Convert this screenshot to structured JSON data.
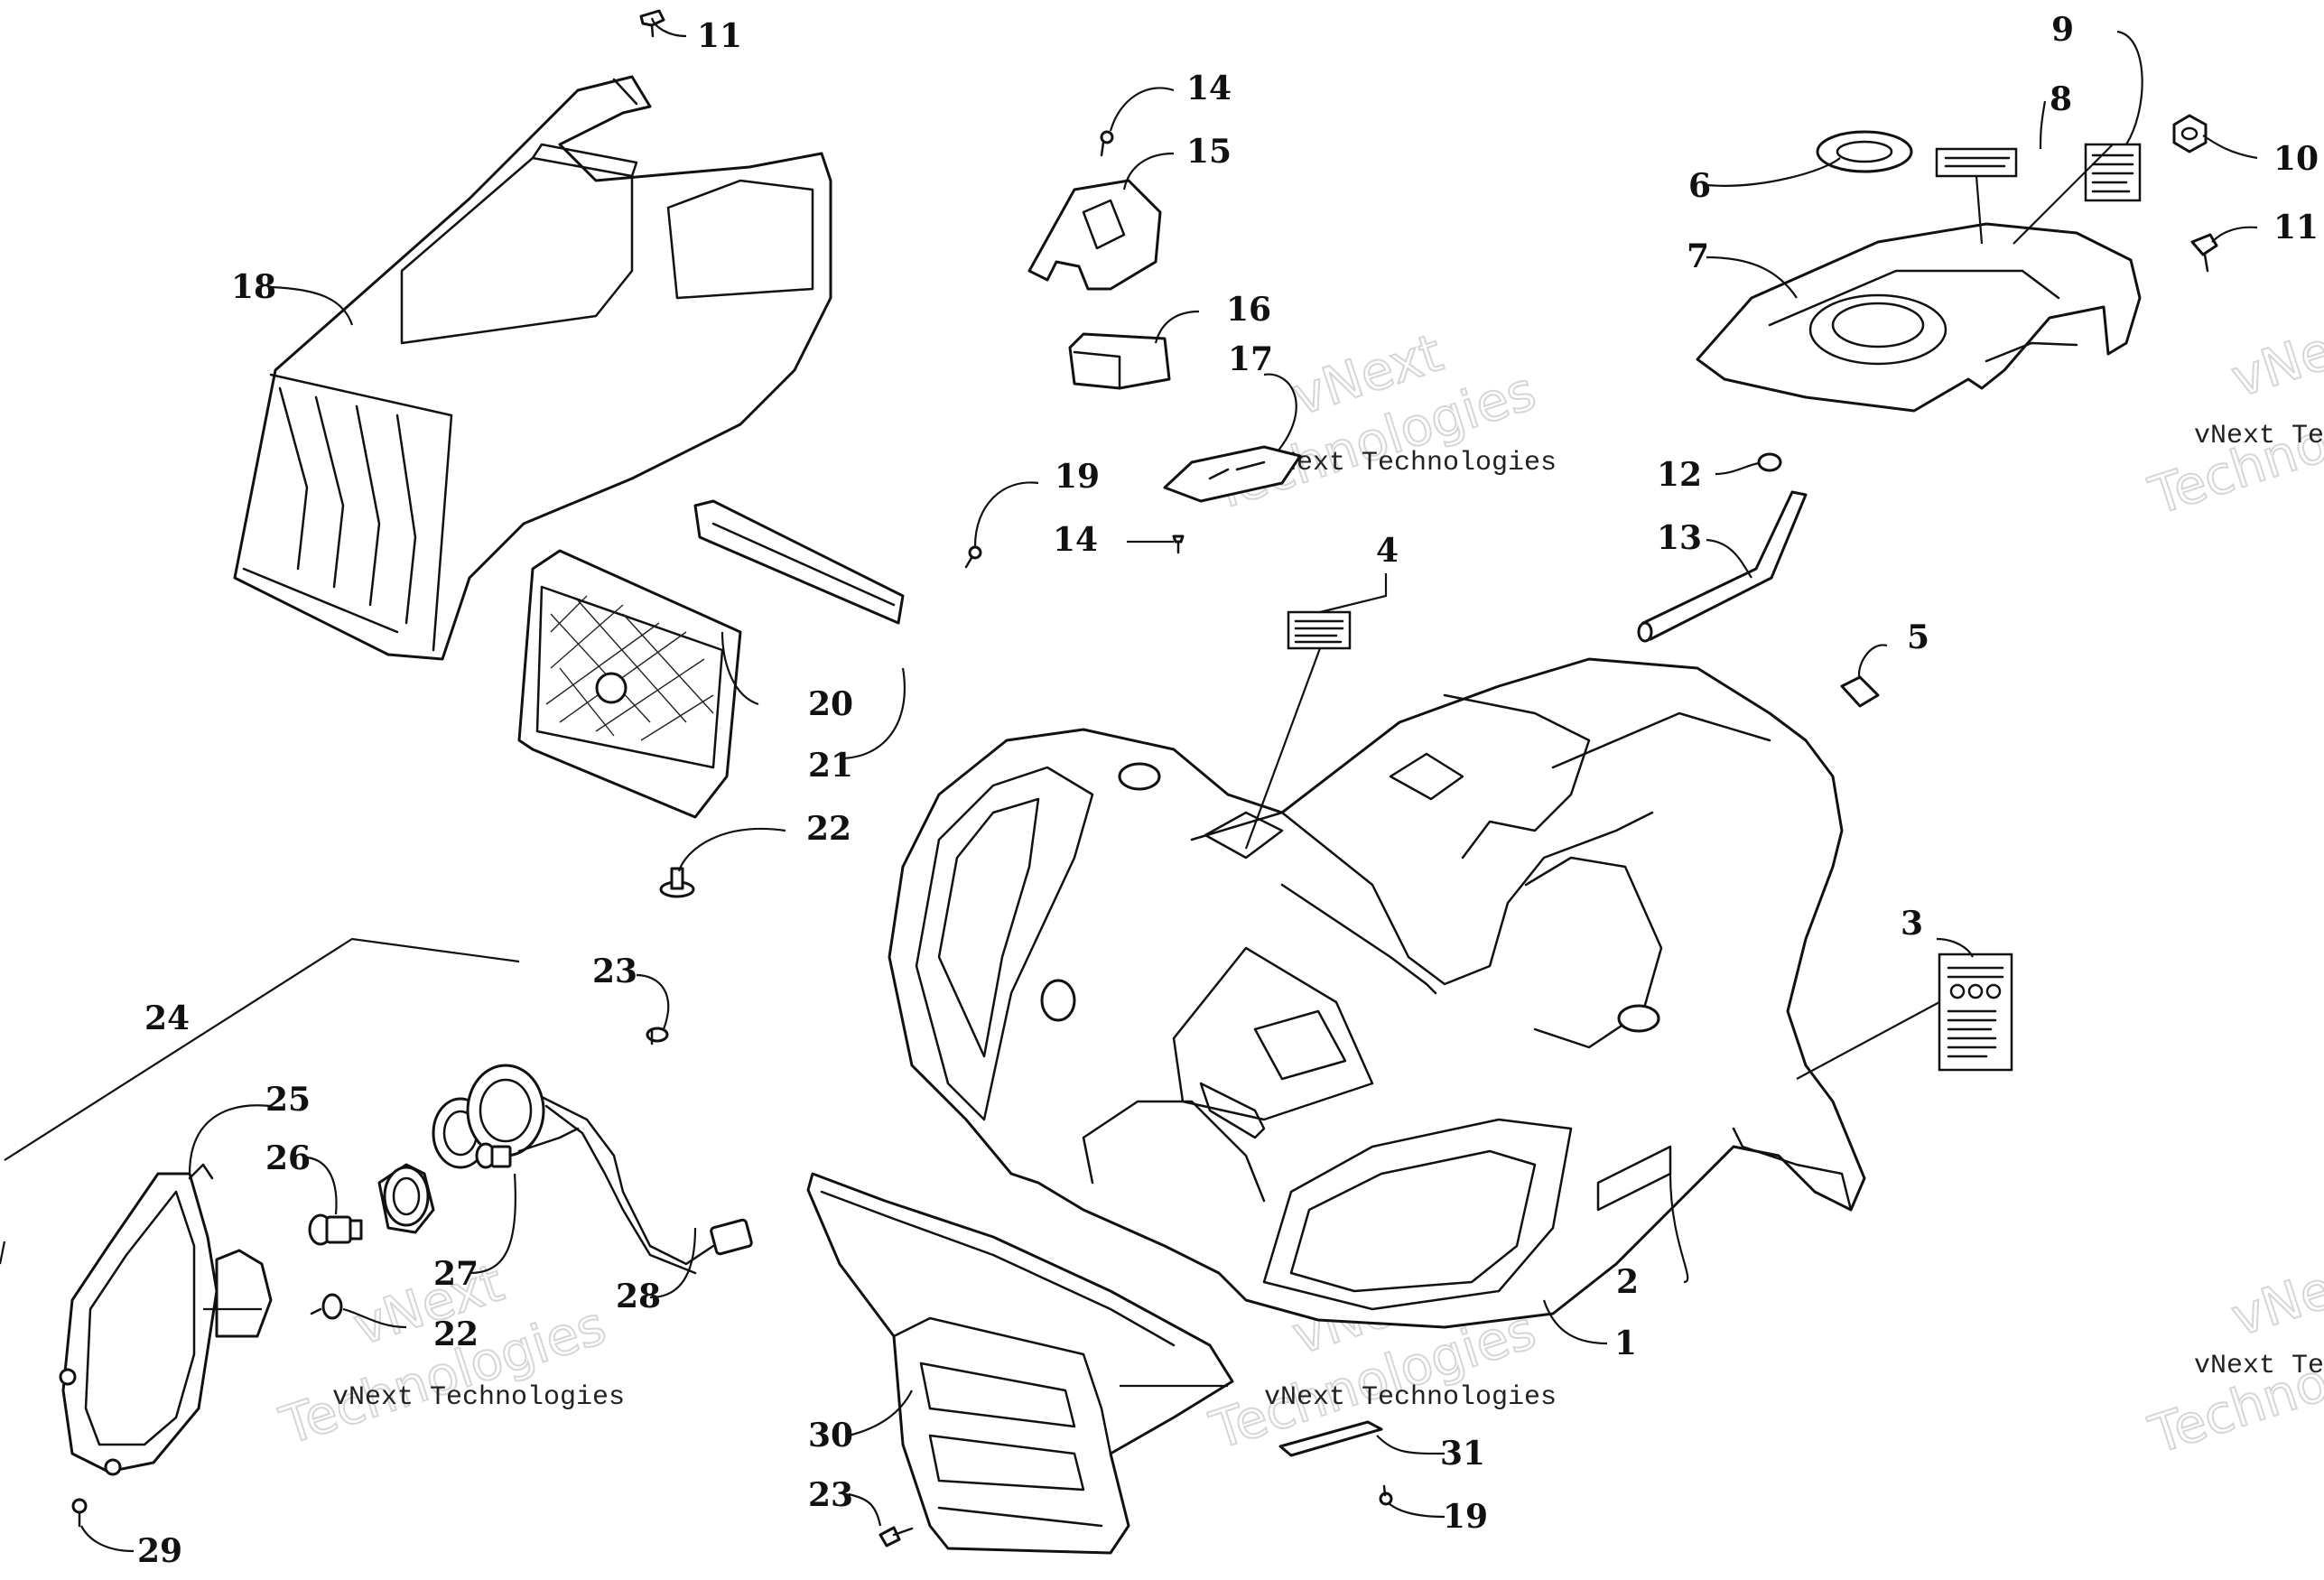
{
  "diagram": {
    "type": "exploded-parts-diagram",
    "subject": "ATV front body, fenders, headlight assembly and fuel tank cover"
  },
  "callouts": [
    {
      "id": "c1",
      "label": "1",
      "part": "front-fender-body"
    },
    {
      "id": "c2",
      "label": "2",
      "part": "side-decal"
    },
    {
      "id": "c3",
      "label": "3",
      "part": "warning-label"
    },
    {
      "id": "c4",
      "label": "4",
      "part": "warning-label"
    },
    {
      "id": "c5",
      "label": "5",
      "part": "clip"
    },
    {
      "id": "c6",
      "label": "6",
      "part": "gasket-ring"
    },
    {
      "id": "c7",
      "label": "7",
      "part": "tank-cover"
    },
    {
      "id": "c8",
      "label": "8",
      "part": "label"
    },
    {
      "id": "c9",
      "label": "9",
      "part": "label"
    },
    {
      "id": "c10",
      "label": "10",
      "part": "nut"
    },
    {
      "id": "c11a",
      "label": "11",
      "part": "bolt"
    },
    {
      "id": "c11b",
      "label": "11",
      "part": "bolt"
    },
    {
      "id": "c12",
      "label": "12",
      "part": "clamp"
    },
    {
      "id": "c13",
      "label": "13",
      "part": "vent-hose"
    },
    {
      "id": "c14a",
      "label": "14",
      "part": "screw"
    },
    {
      "id": "c14b",
      "label": "14",
      "part": "screw"
    },
    {
      "id": "c15",
      "label": "15",
      "part": "shift-boot"
    },
    {
      "id": "c16",
      "label": "16",
      "part": "foam-block"
    },
    {
      "id": "c17",
      "label": "17",
      "part": "pad"
    },
    {
      "id": "c18",
      "label": "18",
      "part": "front-nose-cover"
    },
    {
      "id": "c19a",
      "label": "19",
      "part": "screw"
    },
    {
      "id": "c19b",
      "label": "19",
      "part": "screw"
    },
    {
      "id": "c20",
      "label": "20",
      "part": "grille"
    },
    {
      "id": "c21",
      "label": "21",
      "part": "panel"
    },
    {
      "id": "c22a",
      "label": "22",
      "part": "push-rivet"
    },
    {
      "id": "c22b",
      "label": "22",
      "part": "push-rivet"
    },
    {
      "id": "c23a",
      "label": "23",
      "part": "push-rivet"
    },
    {
      "id": "c23b",
      "label": "23",
      "part": "bolt"
    },
    {
      "id": "c24",
      "label": "24",
      "part": "headlight-assembly"
    },
    {
      "id": "c25",
      "label": "25",
      "part": "headlight-housing"
    },
    {
      "id": "c26",
      "label": "26",
      "part": "bulb"
    },
    {
      "id": "c27",
      "label": "27",
      "part": "bulb"
    },
    {
      "id": "c28",
      "label": "28",
      "part": "wiring-harness"
    },
    {
      "id": "c29",
      "label": "29",
      "part": "screw"
    },
    {
      "id": "c30",
      "label": "30",
      "part": "front-bumper"
    },
    {
      "id": "c31",
      "label": "31",
      "part": "strap"
    }
  ],
  "watermark": {
    "line1": "vNext Technologies",
    "line2a": "vNext",
    "line2b": "Technologies"
  },
  "watermark_cut": {
    "line1": "vNext Tec",
    "line2a": "vNe",
    "line2b": "Techno"
  }
}
